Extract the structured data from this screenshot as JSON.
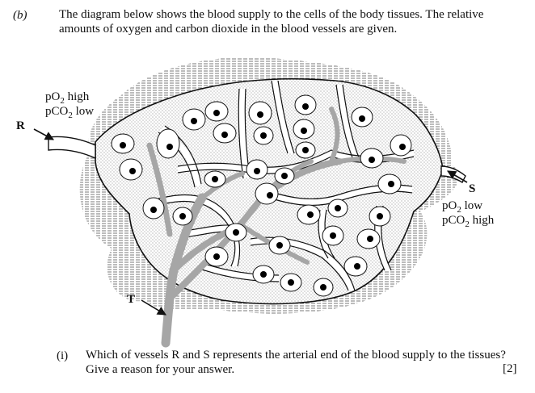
{
  "question": {
    "part_label": "(b)",
    "intro_text": "The diagram below shows the blood supply to the cells of the body tissues. The relative amounts of oxygen and carbon dioxide in the blood vessels are given.",
    "sub_question": {
      "number": "(i)",
      "text": "Which of vessels R and S represents the arterial end of the blood supply to the tissues? Give a reason for your answer.",
      "marks": "[2]"
    }
  },
  "diagram": {
    "labels": {
      "R": "R",
      "S": "S",
      "T": "T"
    },
    "left_annotation": {
      "line1_prefix": "pO",
      "line1_sub": "2",
      "line1_suffix": " high",
      "line2_prefix": "pCO",
      "line2_sub": "2",
      "line2_suffix": " low"
    },
    "right_annotation": {
      "line1_prefix": "pO",
      "line1_sub": "2",
      "line1_suffix": " low",
      "line2_prefix": "pCO",
      "line2_sub": "2",
      "line2_suffix": " high"
    },
    "colors": {
      "tissue_fill": "#d9d9d9",
      "vessel_wall": "#111111",
      "lymph_vessel": "#a6a6a6",
      "nucleus": "#000000"
    }
  }
}
